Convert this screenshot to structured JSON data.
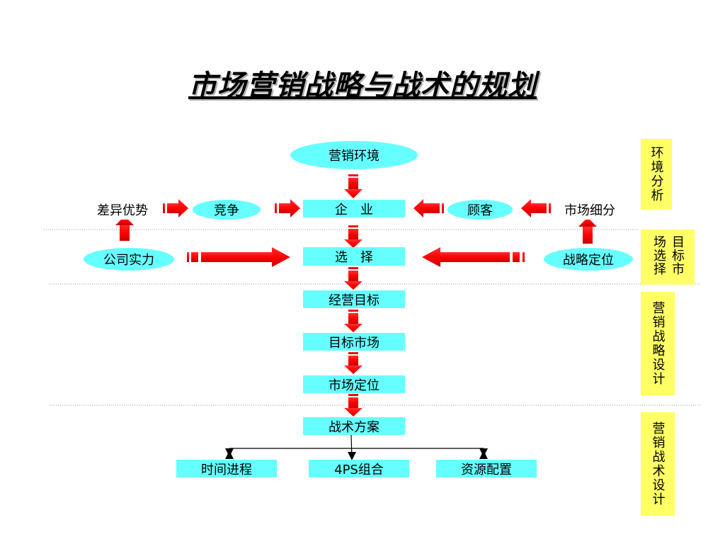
{
  "title": "市场营销战略与战术的规划",
  "nodes": {
    "environment": "营销环境",
    "enterprise": "企　业",
    "competition": "竞争",
    "differentiation": "差异优势",
    "customer": "顾客",
    "segmentation": "市场细分",
    "selection": "选　择",
    "company_strength": "公司实力",
    "strategic_positioning": "战略定位",
    "business_goal": "经营目标",
    "target_market": "目标市场",
    "market_positioning": "市场定位",
    "tactical_plan": "战术方案",
    "schedule": "时间进程",
    "four_ps": "4PS组合",
    "resource_allocation": "资源配置"
  },
  "side_labels": {
    "environment_analysis": "环境分析",
    "target_market_selection": "目标市场选择",
    "marketing_strategy_design": "营销战略设计",
    "marketing_tactics_design": "营销战术设计"
  },
  "colors": {
    "node_fill": "#66ffff",
    "side_fill": "#ffff66",
    "arrow_fill": "#ff0000",
    "divider": "#9a9a9a"
  }
}
